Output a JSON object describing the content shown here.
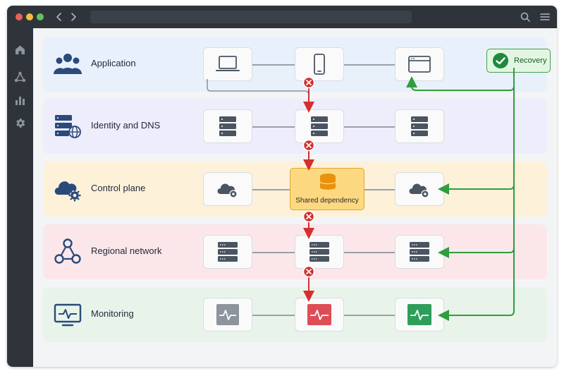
{
  "window": {
    "title_bar_icons": [
      "back-icon",
      "forward-icon",
      "search-icon",
      "menu-icon"
    ],
    "sidebar_icons": [
      "home-icon",
      "network-icon",
      "bar-chart-icon",
      "gear-icon"
    ]
  },
  "diagram": {
    "lanes": [
      {
        "label": "Application",
        "icon": "users-icon",
        "color": "#e8f1fb",
        "nodes": [
          "laptop-icon",
          "smartphone-icon",
          "browser-window-icon"
        ]
      },
      {
        "label": "Identity and DNS",
        "icon": "server-globe-icon",
        "color": "#eeedfb",
        "nodes": [
          "server-icon",
          "server-icon",
          "server-icon"
        ]
      },
      {
        "label": "Control plane",
        "icon": "cloud-gear-icon",
        "color": "#fdf1da",
        "nodes": [
          "cloud-gear-icon",
          "database-icon",
          "cloud-gear-icon"
        ]
      },
      {
        "label": "Regional network",
        "icon": "network-icon",
        "color": "#fbe7ea",
        "nodes": [
          "server-icon",
          "server-icon",
          "server-icon"
        ]
      },
      {
        "label": "Monitoring",
        "icon": "monitor-pulse-icon",
        "color": "#e8f4ea",
        "nodes": [
          "pulse-icon",
          "pulse-icon",
          "pulse-icon"
        ]
      }
    ],
    "shared_dependency": {
      "label": "Shared dependency",
      "icon": "database-icon"
    },
    "recovery": {
      "label": "Recovery",
      "icon": "checkmark-icon"
    },
    "failure_marker": "x-icon",
    "colors": {
      "failure": "#d32f2f",
      "recovery": "#2e9e3e",
      "shared_fill": "#fcd980",
      "node_icon": "#4a5561"
    }
  }
}
